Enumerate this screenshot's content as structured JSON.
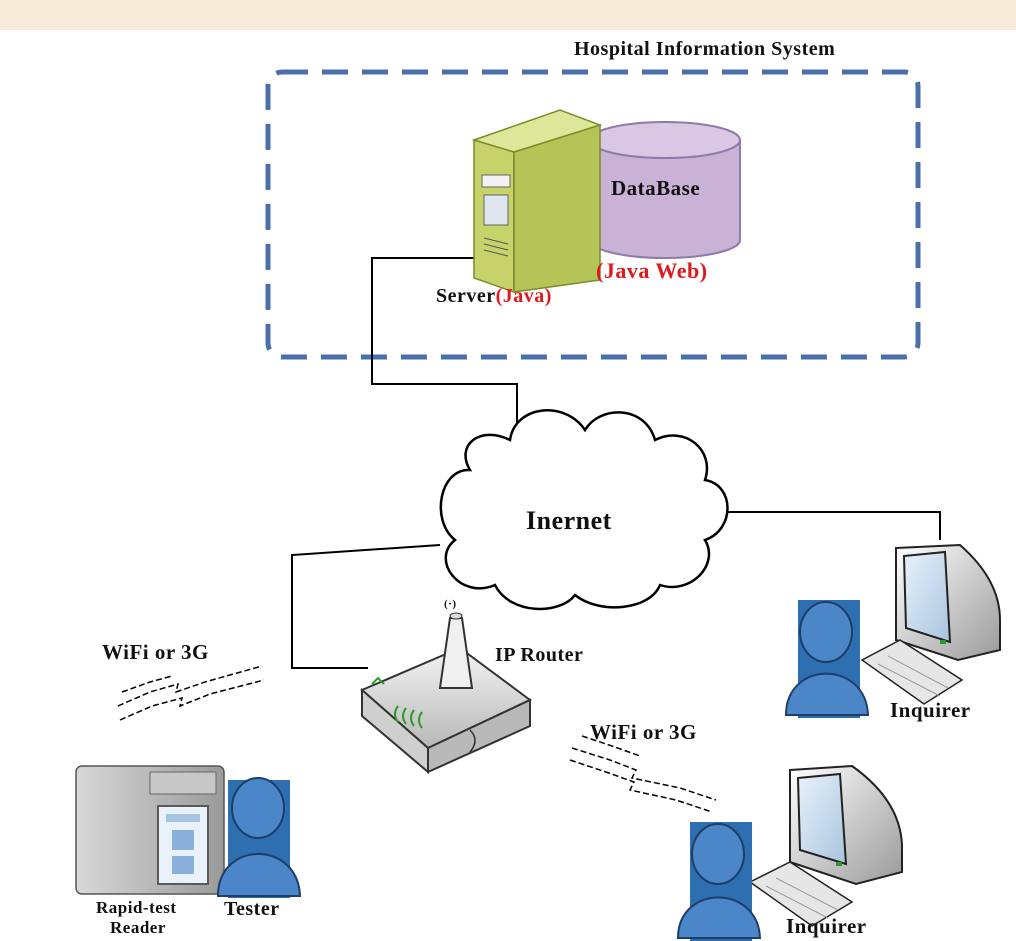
{
  "diagram": {
    "title": "Hospital Information System",
    "database_label": "DataBase",
    "java_web_label": "(Java Web)",
    "server_label": "Server",
    "server_java_label": "(Java)",
    "internet_label": "Inernet",
    "router_label": "IP Router",
    "router_signal": "(·)",
    "wifi_left_label": "WiFi or 3G",
    "wifi_right_label": "WiFi or 3G",
    "inquirer_top_label": "Inquirer",
    "inquirer_bottom_label": "Inquirer",
    "reader_label_line1": "Rapid-test",
    "reader_label_line2": "Reader",
    "tester_label": "Tester"
  },
  "colors": {
    "dashed_border": "#4b6fa8",
    "server_body": "#c6d36a",
    "database_body": "#c9b2d6",
    "person_fill": "#4a86c8",
    "highlight_red": "#e0191c",
    "background": "#f6ecd8"
  }
}
